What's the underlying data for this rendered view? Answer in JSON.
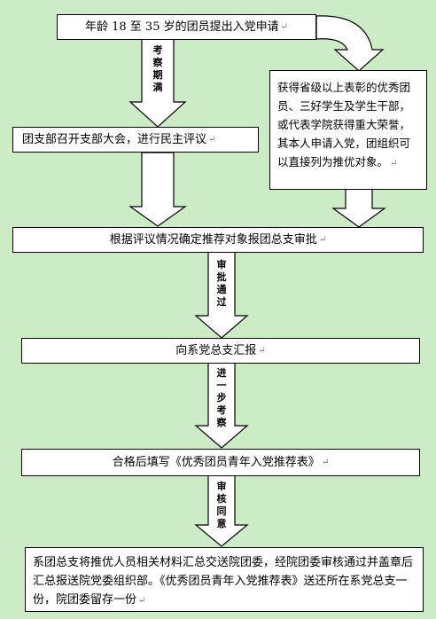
{
  "colors": {
    "background": "#ccecc6",
    "box_fill": "#ffffff",
    "box_border": "#000000",
    "arrow_fill": "#ffffff",
    "arrow_stroke": "#000000"
  },
  "nodes": {
    "apply": "年龄 18 至 35 岁的团员提出入党申请",
    "side": "获得省级以上表彰的优秀团员、三好学生及学生干部，或代表学院获得重大荣誉，其本人申请入党，团组织可以直接列为推优对象。",
    "meeting": "团支部召开支部大会，进行民主评议",
    "determine": "根据评议情况确定推荐对象报团总支审批",
    "report": "向系党总支汇报",
    "fill_form": "合格后填写《优秀团员青年入党推荐表》",
    "final": "系团总支将推优人员相关材料汇总交送院团委，经院团委审核通过并盖章后汇总报送院党委组织部。《优秀团员青年入党推荐表》送还所在系党总支一份，院团委留存一份"
  },
  "edges": {
    "e1": "考察期满",
    "e2": "审批通过",
    "e3": "进一步考察",
    "e4": "审核同意"
  },
  "paragraph_mark": "↵"
}
